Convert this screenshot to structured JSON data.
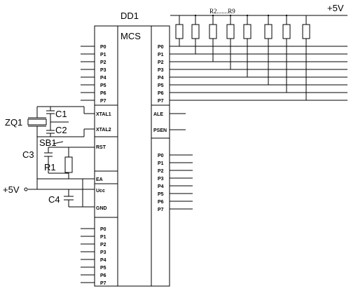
{
  "chip": {
    "ref": "DD1",
    "name": "MCS",
    "left_port_top": [
      "P0",
      "P1",
      "P2",
      "P3",
      "P4",
      "P5",
      "P6",
      "P7"
    ],
    "left_control": [
      "XTAL1",
      "XTAL2",
      "RST",
      "EA",
      "Ucc",
      "GND"
    ],
    "left_port_bottom": [
      "P0",
      "P1",
      "P2",
      "P3",
      "P4",
      "P5",
      "P6",
      "P7"
    ],
    "right_port_top": [
      "P0",
      "P1",
      "P2",
      "P3",
      "P4",
      "P5",
      "P6",
      "P7"
    ],
    "right_control": [
      "ALE",
      "PSEN"
    ],
    "right_port_bottom": [
      "P0",
      "P1",
      "P2",
      "P3",
      "P4",
      "P5",
      "P6",
      "P7"
    ]
  },
  "labels": {
    "vcc_top": "+5V",
    "vcc_left": "+5V",
    "resistor_range": "R2.......R9",
    "crystal": "ZQ1",
    "cap1": "C1",
    "cap2": "C2",
    "cap3": "C3",
    "cap4": "C4",
    "res1": "R1",
    "switch": "SB1"
  },
  "pullup_count": 8
}
